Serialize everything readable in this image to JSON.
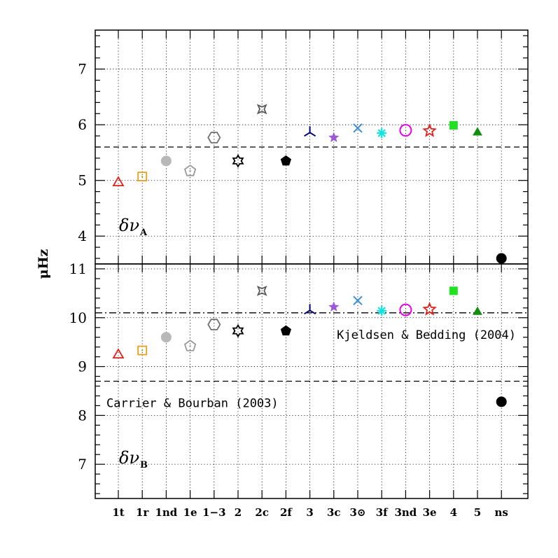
{
  "chart_data": {
    "type": "scatter",
    "categories": [
      "1t",
      "1r",
      "1nd",
      "1e",
      "1−3",
      "2",
      "2c",
      "2f",
      "3",
      "3c",
      "3⊙",
      "3f",
      "3nd",
      "3e",
      "4",
      "5",
      "ns"
    ],
    "ylabel": "μHz",
    "panels": [
      {
        "id": "A",
        "label_main": "δν",
        "label_sub": "A",
        "ylim": [
          3.5,
          7.7
        ],
        "yticks": [
          4,
          5,
          6,
          7
        ],
        "ytick_labels": [
          "4",
          "5",
          "6",
          "7"
        ],
        "reference_lines": [
          {
            "y": 5.6,
            "style": "dashed",
            "label": ""
          }
        ],
        "values": [
          4.97,
          5.07,
          5.35,
          5.17,
          5.77,
          5.35,
          6.28,
          5.35,
          5.86,
          5.77,
          5.94,
          5.85,
          5.9,
          5.89,
          5.99,
          5.87,
          3.6
        ]
      },
      {
        "id": "B",
        "label_main": "δν",
        "label_sub": "B",
        "ylim": [
          6.3,
          11.1
        ],
        "yticks": [
          7,
          8,
          9,
          10,
          11
        ],
        "ytick_labels": [
          "7",
          "8",
          "9",
          "10",
          "11"
        ],
        "reference_lines": [
          {
            "y": 10.1,
            "style": "dashdot",
            "label": "Kjeldsen & Bedding (2004)"
          },
          {
            "y": 8.7,
            "style": "dashed",
            "label": "Carrier & Bourban (2003)"
          }
        ],
        "values": [
          9.25,
          9.33,
          9.6,
          9.42,
          9.86,
          9.73,
          10.55,
          9.73,
          10.15,
          10.22,
          10.35,
          10.14,
          10.16,
          10.17,
          10.55,
          10.13,
          8.28
        ]
      }
    ],
    "series_styles": [
      {
        "marker": "triangle-open",
        "color": "#e0201c"
      },
      {
        "marker": "square-dot-open",
        "color": "#e8a020"
      },
      {
        "marker": "circle-filled",
        "color": "#b8b8b8"
      },
      {
        "marker": "pentagon-dot-open",
        "color": "#9a9a9a"
      },
      {
        "marker": "hexagon-open",
        "color": "#707070"
      },
      {
        "marker": "hexagram-open",
        "color": "#000000"
      },
      {
        "marker": "four-point-star-open",
        "color": "#5a5a5a"
      },
      {
        "marker": "pentagon-filled",
        "color": "#000000"
      },
      {
        "marker": "tri-branch",
        "color": "#000080"
      },
      {
        "marker": "star-filled",
        "color": "#9b59d8"
      },
      {
        "marker": "x-cross",
        "color": "#3a8fd8"
      },
      {
        "marker": "asterisk",
        "color": "#12e3e3"
      },
      {
        "marker": "circle-open",
        "color": "#e800e8"
      },
      {
        "marker": "star-open",
        "color": "#e0201c"
      },
      {
        "marker": "square-filled",
        "color": "#22e022"
      },
      {
        "marker": "triangle-filled",
        "color": "#108e10"
      },
      {
        "marker": "circle-filled",
        "color": "#000000"
      }
    ],
    "grid": true,
    "legend": "none"
  }
}
